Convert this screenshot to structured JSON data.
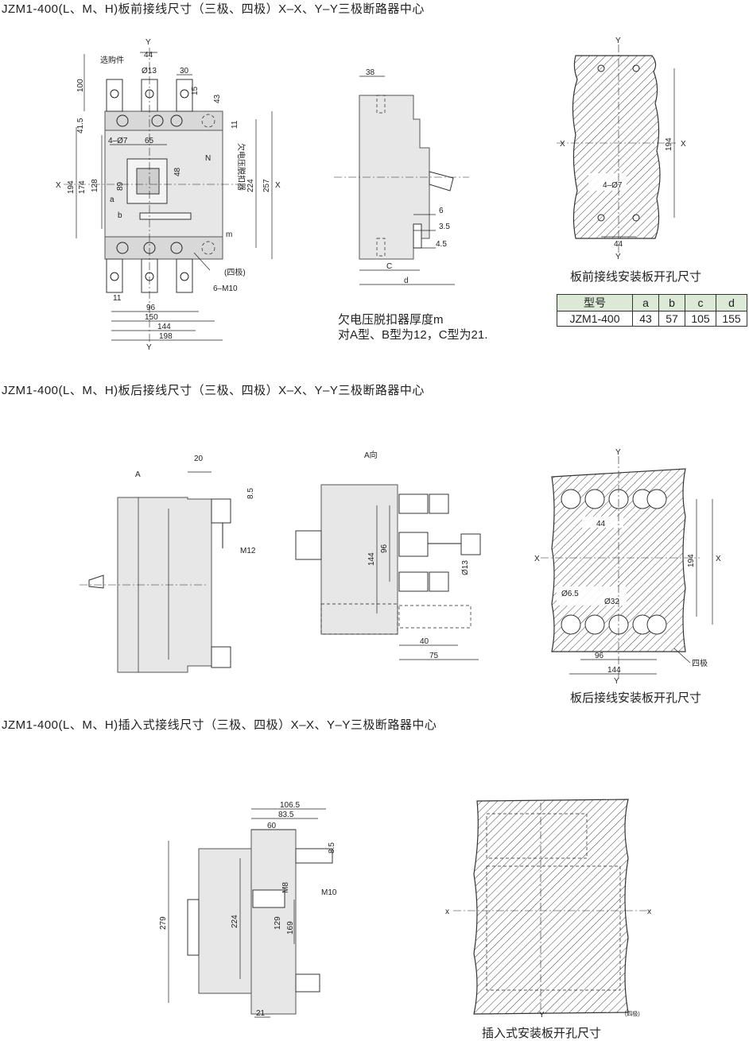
{
  "sections": [
    {
      "title": "JZM1-400(L、M、H)板前接线尺寸（三极、四极）X–X、Y–Y三极断路器中心",
      "caption": "板前接线安装板开孔尺寸"
    },
    {
      "title": "JZM1-400(L、M、H)板后接线尺寸（三极、四极）X–X、Y–Y三极断路器中心",
      "caption": "板后接线安装板开孔尺寸"
    },
    {
      "title": "JZM1-400(L、M、H)插入式接线尺寸（三极、四极）X–X、Y–Y三极断路器中心",
      "caption": "插入式安装板开孔尺寸"
    }
  ],
  "note": {
    "line1": "欠电压脱扣器厚度m",
    "line2": "对A型、B型为12，C型为21."
  },
  "table": {
    "headers": [
      "型号",
      "a",
      "b",
      "c",
      "d"
    ],
    "rows": [
      [
        "JZM1-400",
        "43",
        "57",
        "105",
        "155"
      ]
    ]
  },
  "front_view": {
    "labels": {
      "optional": "选购件",
      "n": "N",
      "uv_release": "欠电压脱扣器",
      "four_pole": "(四极)",
      "screw": "6–M10",
      "x": "X",
      "y": "Y",
      "a": "a",
      "b": "b",
      "m": "m",
      "holes": "4–Ø7",
      "hole13": "Ø13"
    },
    "dims": {
      "d100": "100",
      "d41_5": "41.5",
      "d44": "44",
      "d30": "30",
      "d15": "15",
      "d43": "43",
      "d11": "11",
      "d65": "65",
      "d48": "48",
      "d89": "89",
      "d194": "194",
      "d174": "174",
      "d128": "128",
      "d224": "224",
      "d257": "257",
      "d96": "96",
      "d150": "150",
      "d144": "144",
      "d198": "198",
      "d11b": "11"
    }
  },
  "side_view": {
    "dims": {
      "d38": "38",
      "d6": "6",
      "d3_5": "3.5",
      "d4_5": "4.5",
      "c": "C",
      "d": "d"
    }
  },
  "plate1": {
    "labels": {
      "y": "Y",
      "x": "X",
      "holes": "4–Ø7",
      "d194": "194",
      "d44": "44"
    }
  },
  "rear_view": {
    "labels": {
      "a_dir": "A",
      "m12": "M12",
      "a_view": "A向",
      "d13": "Ø13"
    },
    "dims": {
      "d20": "20",
      "d8_5": "8.5",
      "d144": "144",
      "d96": "96",
      "d40": "40",
      "d75": "75"
    }
  },
  "plate2": {
    "labels": {
      "y": "Y",
      "x": "X",
      "d44": "44",
      "d194": "194",
      "d6_5": "Ø6.5",
      "d32": "Ø32",
      "d96": "96",
      "d144": "144",
      "four_pole": "四极"
    }
  },
  "plugin_view": {
    "dims": {
      "d106_5": "106.5",
      "d83_5": "83.5",
      "d60": "60",
      "d8_5": "8.5",
      "m8": "M8",
      "m10": "M10",
      "d279": "279",
      "d224": "224",
      "d129": "129",
      "d169": "169",
      "d21": "21"
    }
  },
  "plate3": {
    "labels": {
      "x": "x",
      "y": "Y",
      "four_pole": "(四极)"
    }
  }
}
